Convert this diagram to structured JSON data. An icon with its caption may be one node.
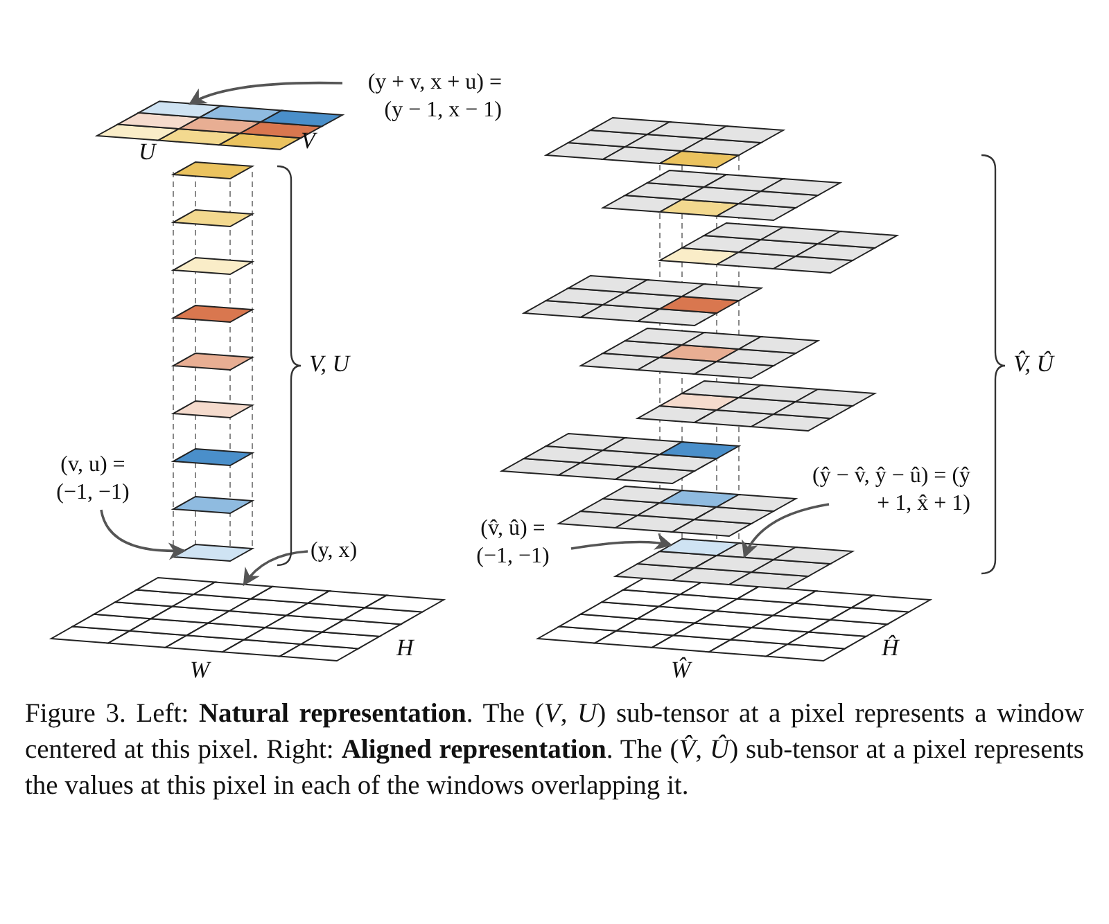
{
  "diagram": {
    "caption": "Figure 3. Left: **Natural representation**. The (*V*, *U*) sub-tensor at a pixel represents a window centered at this pixel. Right: **Aligned representation**. The (*V̂*, *Û*) sub-tensor at a pixel represents the values at this pixel in each of the windows overlapping it.",
    "nodes": [
      {
        "text": [
          "(y + v, x + u) = (y − 1, x − 1)"
        ]
      },
      {
        "text": [],
        "shape": "box"
      },
      {
        "text": [
          "(v, u) = (−1, −1)"
        ]
      },
      {
        "text": [],
        "shape": "box"
      },
      {
        "text": [
          "(y, x)"
        ]
      },
      {
        "text": [],
        "shape": "box"
      },
      {
        "text": [
          "(v̂, û) = (−1, −1)"
        ]
      },
      {
        "text": [],
        "shape": "box"
      },
      {
        "text": [
          "(ŷ − v̂, ŷ − û) = (ŷ + 1, x̂ + 1)"
        ]
      },
      {
        "text": [],
        "shape": "box"
      }
    ],
    "edges": [
      {
        "from": 0,
        "to": 1,
        "arrow": "to"
      },
      {
        "from": 2,
        "to": 3,
        "arrow": "to"
      },
      {
        "from": 4,
        "to": 5,
        "arrow": "to"
      },
      {
        "from": 6,
        "to": 7,
        "arrow": "to"
      },
      {
        "from": 8,
        "to": 9,
        "arrow": "to"
      }
    ],
    "labels": [
      "U",
      "V",
      "V, U",
      "W",
      "H",
      "V̂, Û",
      "Ŵ",
      "Ĥ"
    ]
  }
}
